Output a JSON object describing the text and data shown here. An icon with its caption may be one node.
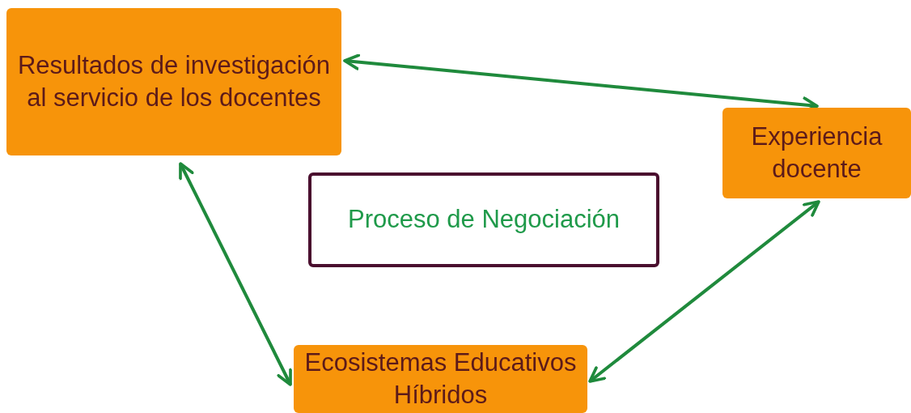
{
  "diagram": {
    "nodes": [
      {
        "text": [
          "Resultados de investigación al servicio de los docentes"
        ]
      },
      {
        "text": [
          "Experiencia docente"
        ]
      },
      {
        "text": [
          "Proceso de Negociación"
        ]
      },
      {
        "text": [
          "Ecosistemas Educativos Híbridos"
        ]
      }
    ],
    "edges": [
      {
        "from": 0,
        "to": 1,
        "arrow": "both"
      },
      {
        "from": 0,
        "to": 3,
        "arrow": "both"
      },
      {
        "from": 1,
        "to": 3,
        "arrow": "both"
      }
    ]
  }
}
